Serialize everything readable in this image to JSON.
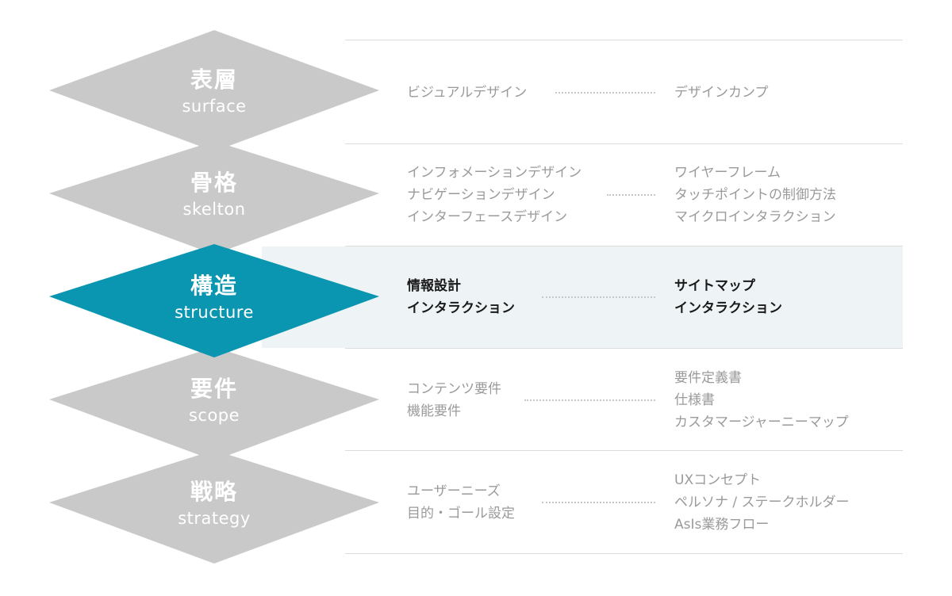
{
  "layers": [
    {
      "id": "surface",
      "title_jp": "表層",
      "title_en": "surface",
      "active": false,
      "activities": [
        "ビジュアルデザイン"
      ],
      "deliverables": [
        "デザインカンプ"
      ]
    },
    {
      "id": "skelton",
      "title_jp": "骨格",
      "title_en": "skelton",
      "active": false,
      "activities": [
        "インフォメーションデザイン",
        "ナビゲーションデザイン",
        "インターフェースデザイン"
      ],
      "deliverables": [
        "ワイヤーフレーム",
        "タッチポイントの制御方法",
        "マイクロインタラクション"
      ]
    },
    {
      "id": "structure",
      "title_jp": "構造",
      "title_en": "structure",
      "active": true,
      "activities": [
        "情報設計",
        "インタラクション"
      ],
      "deliverables": [
        "サイトマップ",
        "インタラクション"
      ]
    },
    {
      "id": "scope",
      "title_jp": "要件",
      "title_en": "scope",
      "active": false,
      "activities": [
        "コンテンツ要件",
        "機能要件"
      ],
      "deliverables": [
        "要件定義書",
        "仕様書",
        "カスタマージャーニーマップ"
      ]
    },
    {
      "id": "strategy",
      "title_jp": "戦略",
      "title_en": "strategy",
      "active": false,
      "activities": [
        "ユーザーニーズ",
        "目的・ゴール設定"
      ],
      "deliverables": [
        "UXコンセプト",
        "ペルソナ / ステークホルダー",
        "AsIs業務フロー"
      ]
    }
  ],
  "colors": {
    "inactive_diamond": "#c9c9c9",
    "active_diamond": "#0a95b0",
    "active_band": "#eef4f5",
    "inactive_text": "#9a9a9a",
    "active_text": "#1a1a1a",
    "divider": "#dcdcdc"
  }
}
